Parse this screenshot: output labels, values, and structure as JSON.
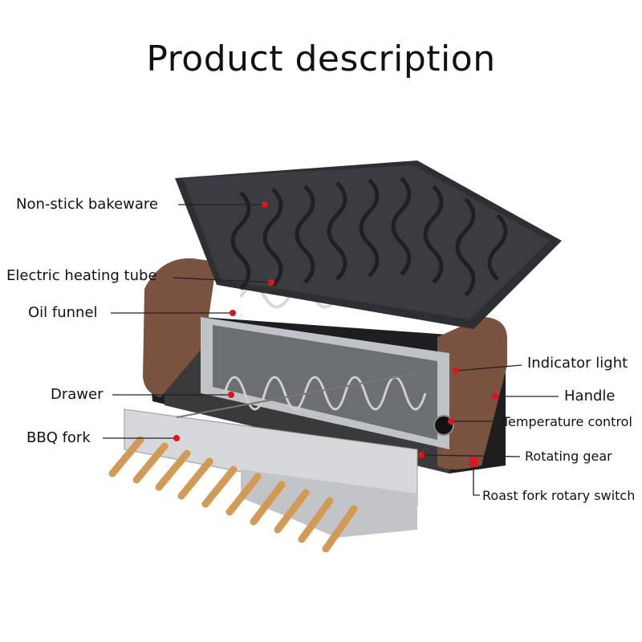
{
  "title": "Product description",
  "labels": {
    "bakeware": "Non-stick bakeware",
    "heating_tube": "Electric heating tube",
    "oil_funnel": "Oil funnel",
    "drawer": "Drawer",
    "bbq_fork": "BBQ fork",
    "indicator": "Indicator light",
    "handle": "Handle",
    "temperature": "Temperature control",
    "gear": "Rotating gear",
    "rotary_switch": "Roast fork rotary switch"
  },
  "colors": {
    "pointer": "#e0141e",
    "wood": "#7a5240",
    "tray": "#2e2f33"
  }
}
